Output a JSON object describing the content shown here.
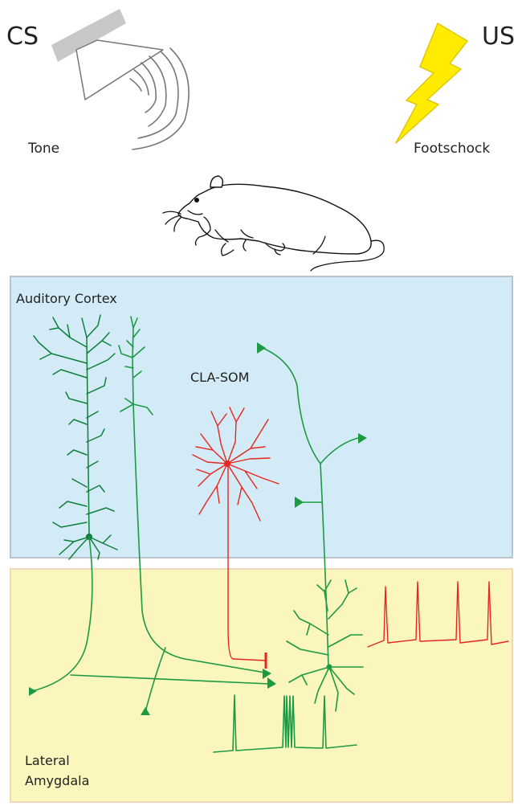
{
  "labels": {
    "cs": "CS",
    "us": "US",
    "tone": "Tone",
    "footshock": "Footschock",
    "auditory_cortex": "Auditory Cortex",
    "cla_som": "CLA-SOM",
    "lateral_amygdala_line1": "Lateral",
    "lateral_amygdala_line2": "Amygdala"
  },
  "colors": {
    "excitatory_neuron": "#1c9a43",
    "inhibitory_neuron": "#e6261f",
    "cortex_panel": "#d2ebf6",
    "amygdala_panel": "#fbf6bd",
    "lightning": "#ffec00"
  },
  "icons": {
    "speaker": "speaker-icon",
    "lightning": "lightning-bolt-icon",
    "rat": "rat-icon"
  }
}
